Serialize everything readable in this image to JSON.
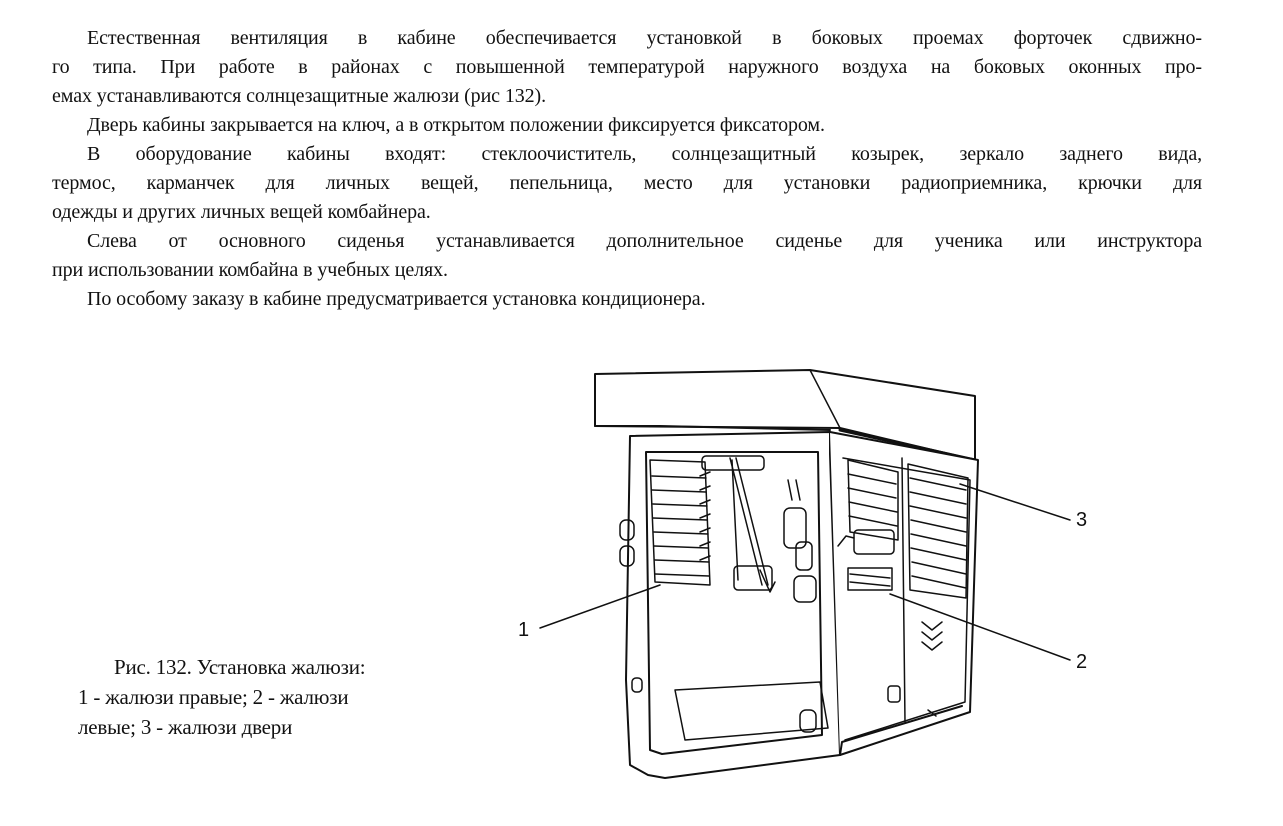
{
  "document": {
    "paragraphs": [
      {
        "lines": [
          "Естественная вентиляция в кабине обеспечивается установкой в боковых проемах форточек сдвижно-",
          "го типа. При работе в районах с повышенной температурой наружного воздуха на боковых оконных про-",
          "емах устанавливаются солнцезащитные жалюзи (рис 132)."
        ]
      },
      {
        "lines": [
          "Дверь кабины закрывается на ключ, а в открытом положении фиксируется фиксатором."
        ]
      },
      {
        "lines": [
          "В оборудование кабины входят: стеклоочиститель, солнцезащитный козырек, зеркало заднего вида,",
          "термос, карманчек для личных вещей, пепельница, место для установки радиоприемника, крючки для",
          "одежды и других личных вещей комбайнера."
        ]
      },
      {
        "lines": [
          "Слева от основного сиденья устанавливается дополнительное сиденье для ученика или инструктора",
          "при использовании комбайна в учебных целях."
        ]
      },
      {
        "lines": [
          "По особому заказу в кабине предусматривается установка кондиционера."
        ]
      }
    ]
  },
  "figure": {
    "caption_title": "Рис. 132. Установка жалюзи:",
    "caption_line2": "1 - жалюзи правые; 2 - жалюзи",
    "caption_line3": "левые; 3 - жалюзи двери",
    "callouts": [
      "1",
      "2",
      "3"
    ]
  }
}
